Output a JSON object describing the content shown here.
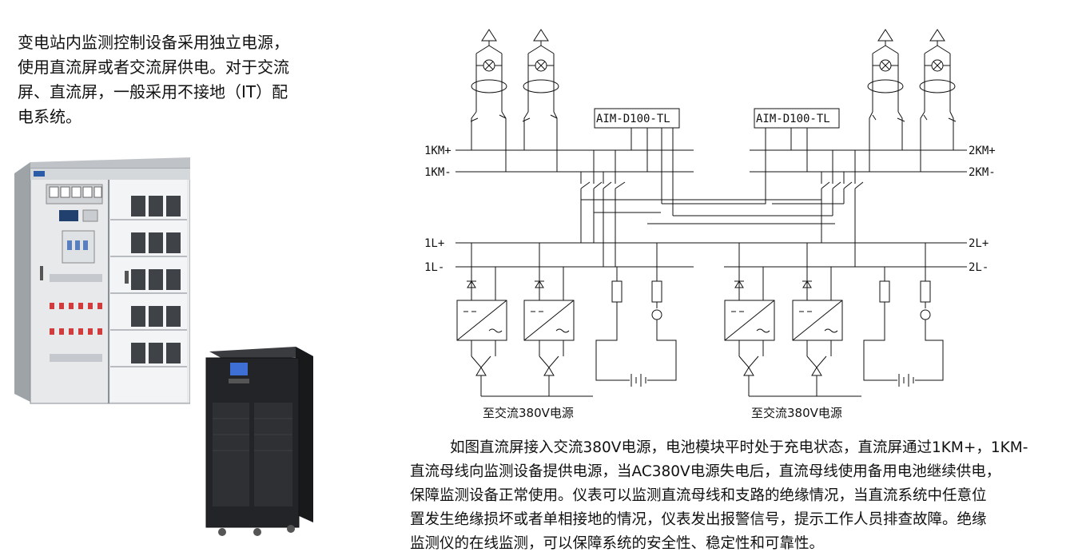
{
  "intro_lines": [
    "变电站内监测控制设备采用独立电源，",
    "使用直流屏或者交流屏供电。对于交流",
    "屏、直流屏，一般采用不接地（IT）配",
    "电系统。"
  ],
  "diagram": {
    "device_label_left": "AIM-D100-TL",
    "device_label_right": "AIM-D100-TL",
    "bus_1km_plus": "1KM+",
    "bus_1km_minus": "1KM-",
    "bus_2km_plus": "2KM+",
    "bus_2km_minus": "2KM-",
    "bus_1l_plus": "1L+",
    "bus_1l_minus": "1L-",
    "bus_2l_plus": "2L+",
    "bus_2l_minus": "2L-",
    "ac_source_left": "至交流380V电源",
    "ac_source_right": "至交流380V电源"
  },
  "description_lines": [
    "如图直流屏接入交流380V电源，电池模块平时处于充电状态，直流屏通过1KM+，1KM-",
    "直流母线向监测设备提供电源，当AC380V电源失电后，直流母线使用备用电池继续供电，",
    "保障监测设备正常使用。仪表可以监测直流母线和支路的绝缘情况，当直流系统中任意位",
    "置发生绝缘损坏或者单相接地的情况，仪表发出报警信号，提示工作人员排查故障。绝缘",
    "监测仪的在线监测，可以保障系统的安全性、稳定性和可靠性。"
  ]
}
